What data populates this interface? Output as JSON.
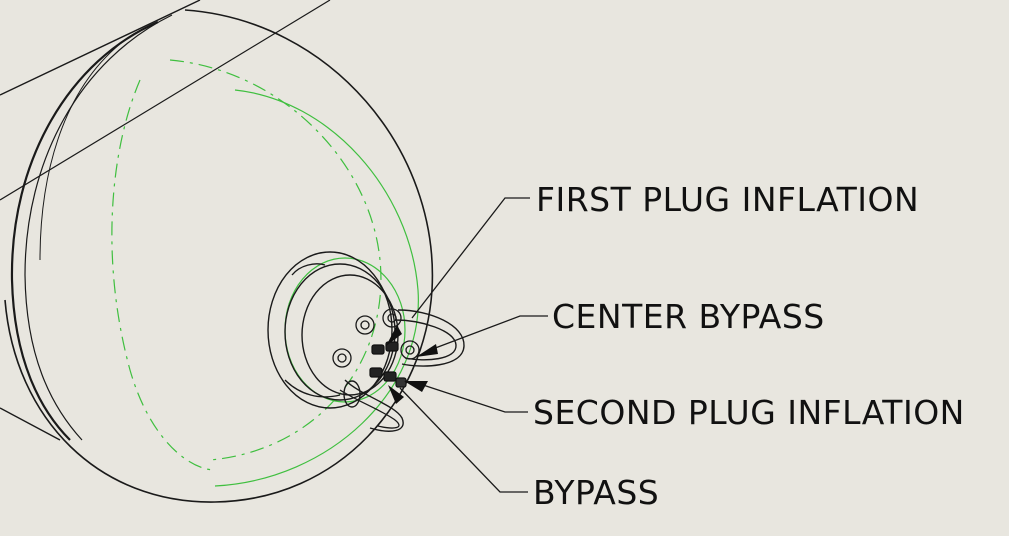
{
  "callouts": {
    "first_plug_inflation": "FIRST PLUG INFLATION",
    "center_bypass": "CENTER BYPASS",
    "second_plug_inflation": "SECOND PLUG INFLATION",
    "bypass": "BYPASS"
  },
  "colors": {
    "background": "#e8e6df",
    "edge_line": "#1a1a1a",
    "tangent_edge": "#3fbf3f"
  }
}
